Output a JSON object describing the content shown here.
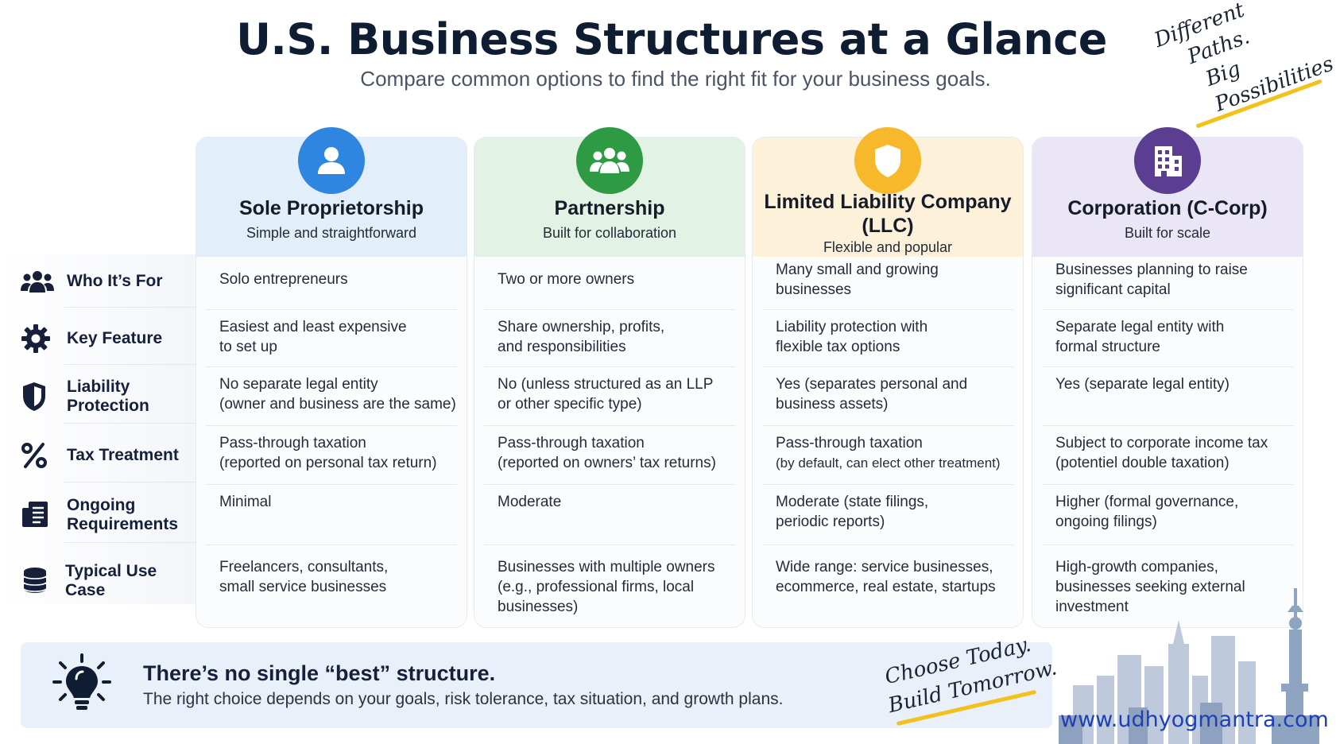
{
  "header": {
    "title": "U.S. Business Structures at a Glance",
    "subtitle": "Compare common options to find the right fit for your business goals.",
    "tagline_lines": [
      "Different",
      "Paths.",
      "Big Possibilities."
    ]
  },
  "rows": [
    {
      "label_lines": [
        "Who It’s For"
      ],
      "icon": "users-icon"
    },
    {
      "label_lines": [
        "Key Feature"
      ],
      "icon": "gear-icon"
    },
    {
      "label_lines": [
        "Liability",
        "Protection"
      ],
      "icon": "shield-icon"
    },
    {
      "label_lines": [
        "Tax Treatment"
      ],
      "icon": "percent-icon"
    },
    {
      "label_lines": [
        "Ongoing",
        "Requirements"
      ],
      "icon": "document-icon"
    },
    {
      "label_lines": [
        "Typical Use Case"
      ],
      "icon": "coin-stack-icon"
    }
  ],
  "structures": [
    {
      "title_lines": [
        "Sole Proprietorship"
      ],
      "subtitle": "Simple and straightforward",
      "icon": "person-icon",
      "color": "#2f86e0",
      "header_bg": "#e3eefb",
      "cells": [
        [
          "Solo entrepreneurs"
        ],
        [
          "Easiest and least expensive",
          "to set up"
        ],
        [
          "No separate legal entity",
          "(owner and business are the same)"
        ],
        [
          "Pass-through taxation",
          "(reported on personal tax return)"
        ],
        [
          "Minimal"
        ],
        [
          "Freelancers, consultants,",
          "small service businesses"
        ]
      ]
    },
    {
      "title_lines": [
        "Partnership"
      ],
      "subtitle": "Built for collaboration",
      "icon": "group-icon",
      "color": "#2e9a43",
      "header_bg": "#e2f2e4",
      "cells": [
        [
          "Two or more owners"
        ],
        [
          "Share ownership, profits,",
          "and responsibilities"
        ],
        [
          "No (unless structured as an LLP",
          "or other specific type)"
        ],
        [
          "Pass-through taxation",
          "(reported on owners’ tax returns)"
        ],
        [
          "Moderate"
        ],
        [
          "Businesses with multiple owners",
          "(e.g., professional firms, local",
          "businesses)"
        ]
      ]
    },
    {
      "title_lines": [
        "Limited Liability Company",
        "(LLC)"
      ],
      "subtitle": "Flexible and popular",
      "icon": "shield-icon",
      "color": "#f7b82b",
      "header_bg": "#fdf1d9",
      "cells": [
        [
          "Many small and growing",
          "businesses"
        ],
        [
          "Liability protection with",
          "flexible tax options"
        ],
        [
          "Yes (separates personal and",
          "business assets)"
        ],
        [
          "Pass-through taxation",
          "(by default, can elect other treatment)"
        ],
        [
          "Moderate (state filings,",
          "periodic reports)"
        ],
        [
          "Wide range: service businesses,",
          "ecommerce, real estate, startups"
        ]
      ]
    },
    {
      "title_lines": [
        "Corporation (C-Corp)"
      ],
      "subtitle": "Built for scale",
      "icon": "building-icon",
      "color": "#5b3d91",
      "header_bg": "#ebe6f6",
      "cells": [
        [
          "Businesses planning to raise",
          "significant capital"
        ],
        [
          "Separate legal entity with",
          "formal structure"
        ],
        [
          "Yes (separate legal entity)"
        ],
        [
          "Subject to corporate income tax",
          "(potentiel double taxation)"
        ],
        [
          "Higher (formal governance,",
          "ongoing filings)"
        ],
        [
          "High-growth companies,",
          "businesses seeking external",
          "investment"
        ]
      ]
    }
  ],
  "footer": {
    "title": "There’s no single “best” structure.",
    "text": "The right choice depends on your goals, risk tolerance, tax situation, and growth plans.",
    "tagline_lines": [
      "Choose Today.",
      "Build Tomorrow."
    ],
    "website": "www.udhyogmantra.com"
  }
}
